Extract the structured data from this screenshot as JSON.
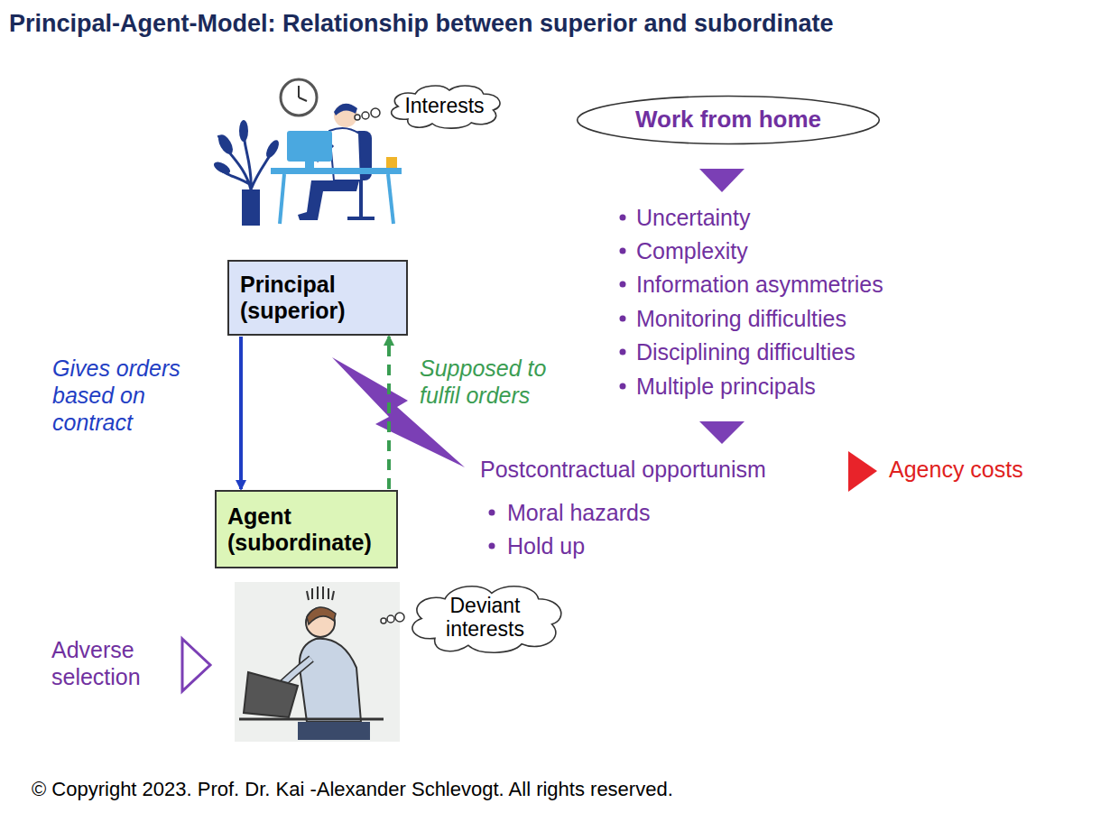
{
  "diagram": {
    "title": "Principal-Agent-Model: Relationship between superior and subordinate",
    "caption": "© Copyright 2023. Prof. Dr. Kai -Alexander Schlevogt. All rights reserved.",
    "nodes": [
      {
        "text": [
          "Interests"
        ]
      },
      {
        "text": [
          "Work from home"
        ]
      },
      {
        "text": [
          "Principal (superior)"
        ]
      },
      {
        "text": [
          "Agent (subordinate)"
        ]
      },
      {
        "text": [
          "Deviant interests"
        ]
      }
    ],
    "edges": [
      {
        "from": 2,
        "to": 3,
        "arrow": "to",
        "label": "Gives orders based on contract"
      },
      {
        "from": 3,
        "to": 2,
        "arrow": "to",
        "label": "Supposed to fulfil orders"
      }
    ],
    "labels": [
      "Uncertainty",
      "Complexity",
      "Information asymmetries",
      "Monitoring difficulties",
      "Disciplining difficulties",
      "Multiple principals",
      "Postcontractual opportunism",
      "Agency costs",
      "Moral hazards",
      "Hold up",
      "Adverse selection"
    ]
  }
}
